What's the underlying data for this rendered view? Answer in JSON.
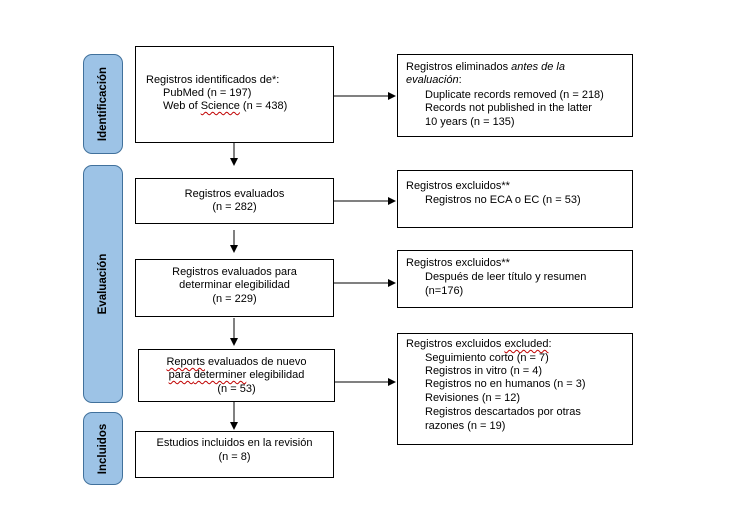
{
  "phases": {
    "identificacion": "Identificación",
    "evaluacion": "Evaluación",
    "incluidos": "Incluidos"
  },
  "boxes": {
    "identified": {
      "title": "Registros identificados de*:",
      "pubmed": "PubMed (n = 197)",
      "wos_a": "Web of ",
      "wos_b": "Science",
      "wos_c": " (n = 438)"
    },
    "removed": {
      "title_a": "Registros eliminados ",
      "title_b": "antes de la",
      "title_c": "evaluación",
      "title_d": ":",
      "line1": "Duplicate records removed (n = 218)",
      "line2": "Records not published in the latter",
      "line3": "10 years (n = 135)"
    },
    "screened": {
      "line1": "Registros evaluados",
      "line2": "(n = 282)"
    },
    "excluded1": {
      "title": "Registros excluidos**",
      "line1": "Registros no ECA o EC (n = 53)"
    },
    "eligibility": {
      "line1": "Registros evaluados para",
      "line2": "determinar elegibilidad",
      "line3": "(n = 229)"
    },
    "excluded2": {
      "title": "Registros excluidos**",
      "line1": "Después de leer título y resumen",
      "line2": "(n=176)"
    },
    "reports": {
      "line1_a": "Reports",
      "line1_b": " evaluados de nuevo",
      "line2_a": "para ",
      "line2_b": "determiner",
      "line2_c": " elegibilidad",
      "line3": "(n = 53)"
    },
    "excluded3": {
      "title_a": "Registros excluidos ",
      "title_b": "excluded",
      "title_c": ":",
      "items": [
        "Seguimiento corto (n = 7)",
        "Registros in vitro (n = 4)",
        "Registros no en humanos (n = 3)",
        "Revisiones (n = 12)",
        "Registros descartados por otras",
        "razones (n = 19)"
      ]
    },
    "included": {
      "line1": "Estudios incluidos en la revisión",
      "line2": "(n = 8)"
    }
  }
}
